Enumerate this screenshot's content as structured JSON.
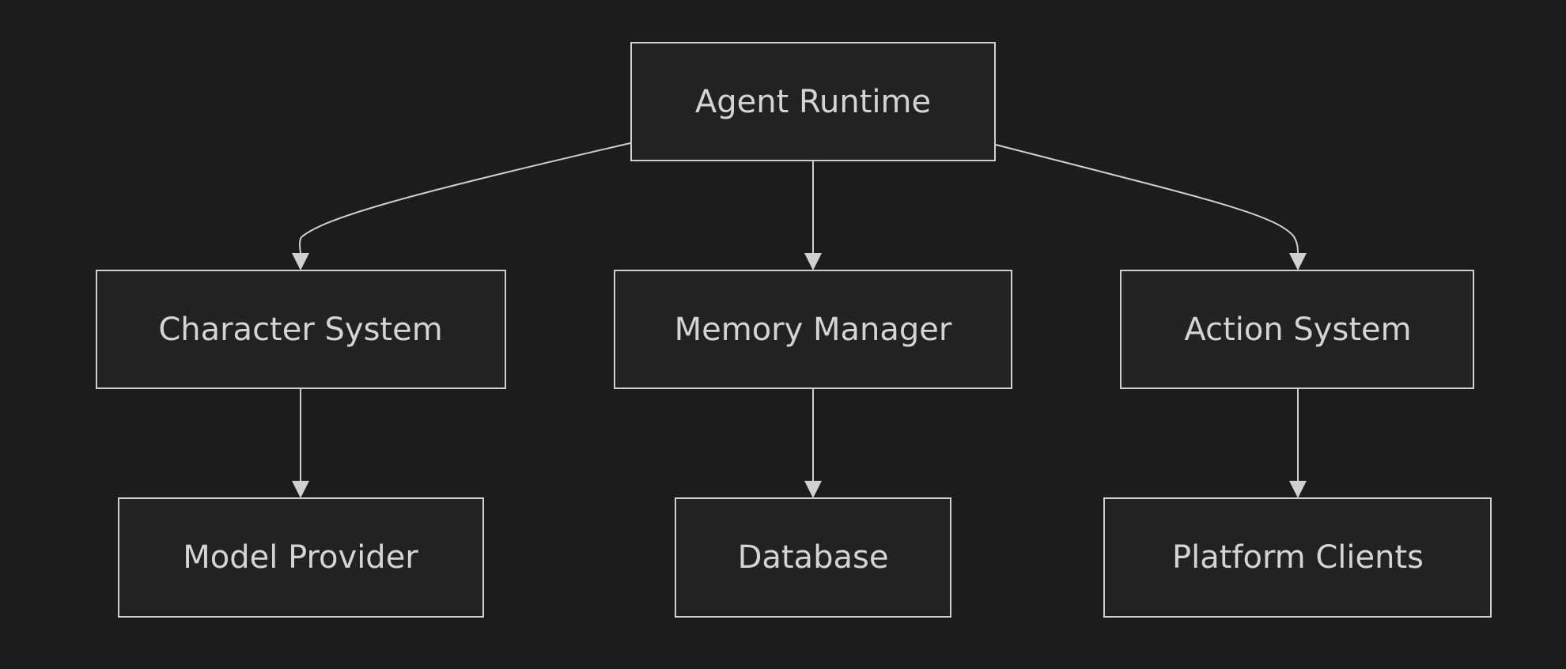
{
  "diagram": {
    "type": "flowchart",
    "direction": "top-down",
    "nodes": {
      "agent_runtime": {
        "label": "Agent Runtime"
      },
      "character_system": {
        "label": "Character System"
      },
      "memory_manager": {
        "label": "Memory Manager"
      },
      "action_system": {
        "label": "Action System"
      },
      "model_provider": {
        "label": "Model Provider"
      },
      "database": {
        "label": "Database"
      },
      "platform_clients": {
        "label": "Platform Clients"
      }
    },
    "edges": [
      {
        "from": "agent_runtime",
        "to": "character_system"
      },
      {
        "from": "agent_runtime",
        "to": "memory_manager"
      },
      {
        "from": "agent_runtime",
        "to": "action_system"
      },
      {
        "from": "character_system",
        "to": "model_provider"
      },
      {
        "from": "memory_manager",
        "to": "database"
      },
      {
        "from": "action_system",
        "to": "platform_clients"
      }
    ]
  },
  "colors": {
    "background": "#1c1c1e",
    "node_fill": "#212322",
    "node_stroke": "#cfcfcf",
    "text": "#d4d4d4",
    "edge": "#cfcfcf"
  }
}
